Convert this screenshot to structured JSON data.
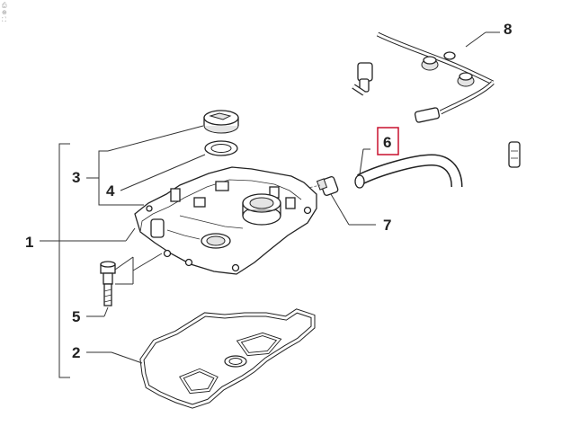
{
  "callouts": {
    "c1": "1",
    "c2": "2",
    "c3": "3",
    "c4": "4",
    "c5": "5",
    "c6": "6",
    "c7": "7",
    "c8": "8"
  },
  "highlight_color": "#c8102e",
  "icons": [
    "print-icon",
    "zoom-icon",
    "fullscreen-icon"
  ]
}
